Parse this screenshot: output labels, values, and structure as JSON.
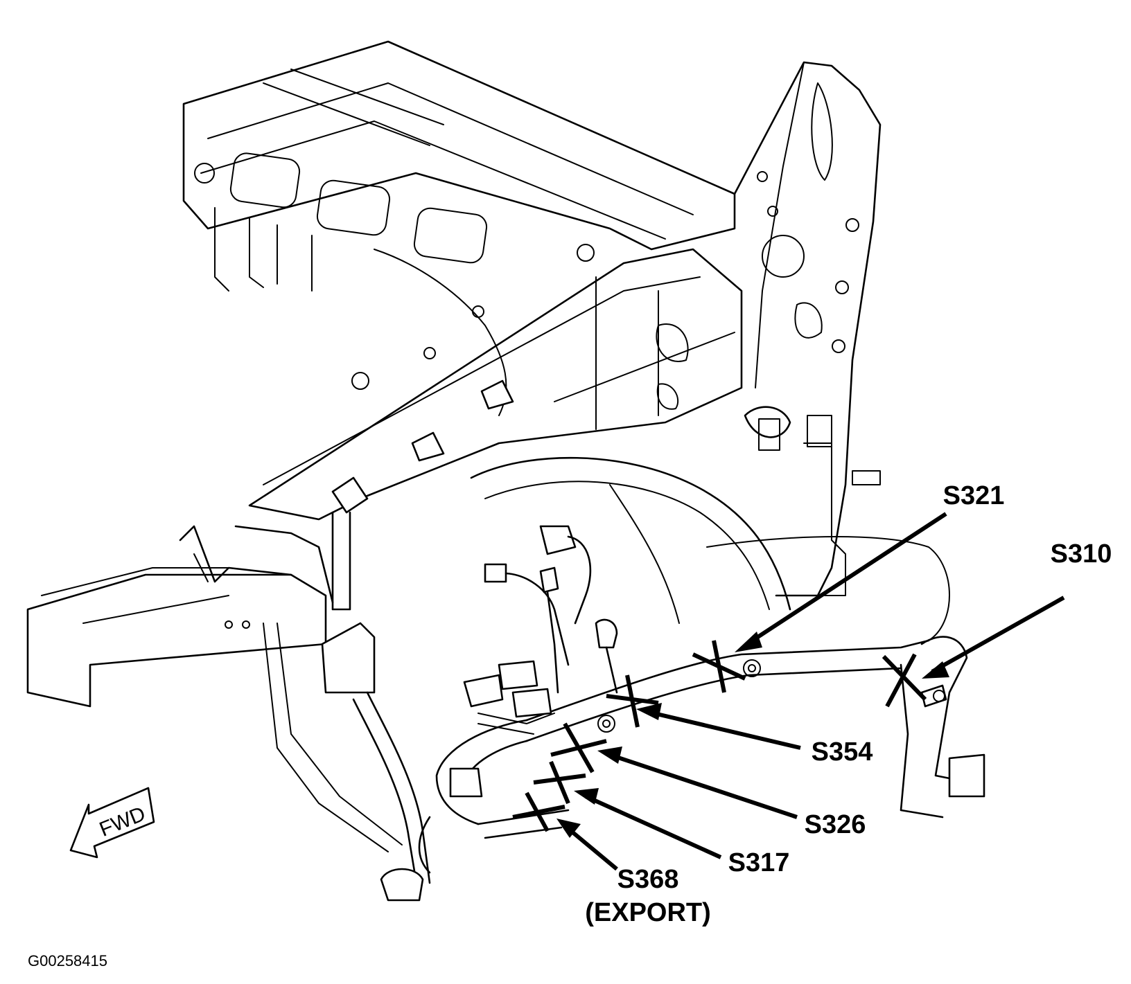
{
  "callouts": {
    "s321": "S321",
    "s310": "S310",
    "s354": "S354",
    "s326": "S326",
    "s317": "S317",
    "s368": "S368",
    "s368_note": "(EXPORT)"
  },
  "fwd_label": "FWD",
  "figure_id": "G00258415",
  "colors": {
    "ink": "#000000",
    "paper": "#ffffff"
  },
  "icons": {
    "forward_arrow": "fwd-arrow-icon",
    "splice_mark": "splice-x-mark-icon"
  }
}
